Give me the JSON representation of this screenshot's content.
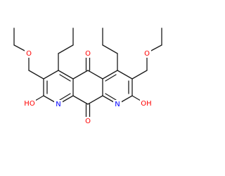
{
  "molecule": {
    "atom_labels": {
      "oxygen_top": "O",
      "oxygen_bottom": "O",
      "ether_oxygen_left": "O",
      "ether_oxygen_right": "O",
      "nitrogen_left": "N",
      "nitrogen_right": "N",
      "hydroxyl_left": "HO",
      "hydroxyl_right": "OH"
    },
    "colors": {
      "bond": "#1a1a1a",
      "oxygen": "#ff0000",
      "nitrogen": "#0000ff",
      "background": "#ffffff"
    }
  }
}
